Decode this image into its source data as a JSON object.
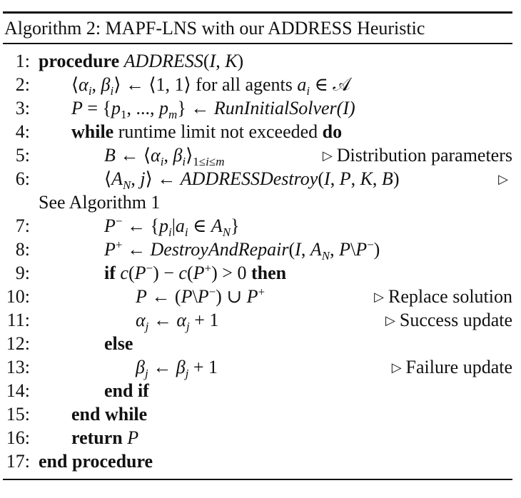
{
  "caption": "Algorithm 2: MAPF-LNS with our ADDRESS Heuristic",
  "lines": [
    {
      "num": "1:",
      "text": "procedure ADDRESS(I, K)"
    },
    {
      "num": "2:",
      "text": "⟨αi, βi⟩ ← ⟨1, 1⟩ for all agents ai ∈ 𝒜"
    },
    {
      "num": "3:",
      "text": "P = {p1, ..., pm} ← RunInitialSolver(I)"
    },
    {
      "num": "4:",
      "text": "while runtime limit not exceeded do"
    },
    {
      "num": "5:",
      "text": "B ← ⟨αi, βi⟩1≤i≤m",
      "comment": "Distribution parameters"
    },
    {
      "num": "6:",
      "text": "⟨AN, j⟩ ← ADDRESSDestroy(I, P, K, B)",
      "comment": ""
    },
    {
      "num": "",
      "text": "See Algorithm 1"
    },
    {
      "num": "7:",
      "text": "P− ← {pi|ai ∈ AN}"
    },
    {
      "num": "8:",
      "text": "P+ ← DestroyAndRepair(I, AN, P\\P−)"
    },
    {
      "num": "9:",
      "text": "if c(P−) − c(P+) > 0 then"
    },
    {
      "num": "10:",
      "text": "P ← (P\\P−) ∪ P+",
      "comment": "Replace solution"
    },
    {
      "num": "11:",
      "text": "αj ← αj + 1",
      "comment": "Success update"
    },
    {
      "num": "12:",
      "text": "else"
    },
    {
      "num": "13:",
      "text": "βj ← βj + 1",
      "comment": "Failure update"
    },
    {
      "num": "14:",
      "text": "end if"
    },
    {
      "num": "15:",
      "text": "end while"
    },
    {
      "num": "16:",
      "text": "return P"
    },
    {
      "num": "17:",
      "text": "end procedure"
    }
  ]
}
